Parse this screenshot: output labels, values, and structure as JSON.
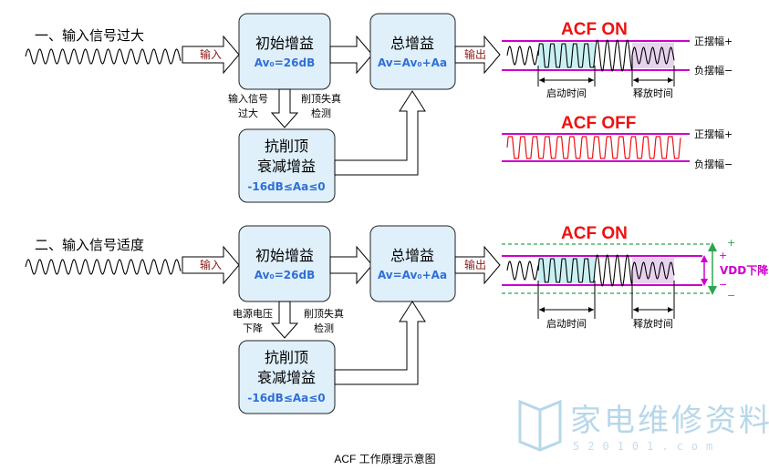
{
  "caption": "ACF 工作原理示意图",
  "watermark": {
    "text": "家电维修资料网",
    "subtext": "520101.com"
  },
  "colors": {
    "box_fill": "#dff0fb",
    "box_stroke": "#222222",
    "magenta_line": "#cc00cc",
    "green_dashed": "#2ea44f",
    "acf_red": "#ee1111",
    "wave_red": "#ee1111",
    "box_sub_blue": "#2f6fd6",
    "cyan_highlight": "#c9f1f3",
    "lilac_highlight": "#e8d3ee"
  },
  "section1": {
    "title": "一、输入信号过大",
    "input_label": "输入",
    "initial_gain": {
      "title": "初始增益",
      "sub": "Av₀=26dB"
    },
    "total_gain": {
      "title": "总增益",
      "sub": "Av=Av₀+Aa"
    },
    "output_label": "输出",
    "note_left": [
      "输入信号",
      "过大"
    ],
    "note_right": [
      "削顶失真",
      "检测"
    ],
    "anti_clip": {
      "line1": "抗削顶",
      "line2": "衰减增益",
      "sub": "-16dB≤Aa≤0"
    },
    "acf_on": {
      "title": "ACF ON",
      "pos_label": "正摆幅+",
      "neg_label": "负摆幅−",
      "attack_label": "启动时间",
      "release_label": "释放时间"
    },
    "acf_off": {
      "title": "ACF OFF",
      "pos_label": "正摆幅+",
      "neg_label": "负摆幅−"
    }
  },
  "section2": {
    "title": "二、输入信号适度",
    "input_label": "输入",
    "initial_gain": {
      "title": "初始增益",
      "sub": "Av₀=26dB"
    },
    "total_gain": {
      "title": "总增益",
      "sub": "Av=Av₀+Aa"
    },
    "output_label": "输出",
    "note_left": [
      "电源电压",
      "下降"
    ],
    "note_right": [
      "削顶失真",
      "检测"
    ],
    "anti_clip": {
      "line1": "抗削顶",
      "line2": "衰减增益",
      "sub": "-16dB≤Aa≤0"
    },
    "acf_on": {
      "title": "ACF ON",
      "attack_label": "启动时间",
      "release_label": "释放时间",
      "vdd_label": "VDD下降",
      "plus1": "+",
      "plus2": "+",
      "minus1": "−",
      "minus2": "−"
    }
  }
}
